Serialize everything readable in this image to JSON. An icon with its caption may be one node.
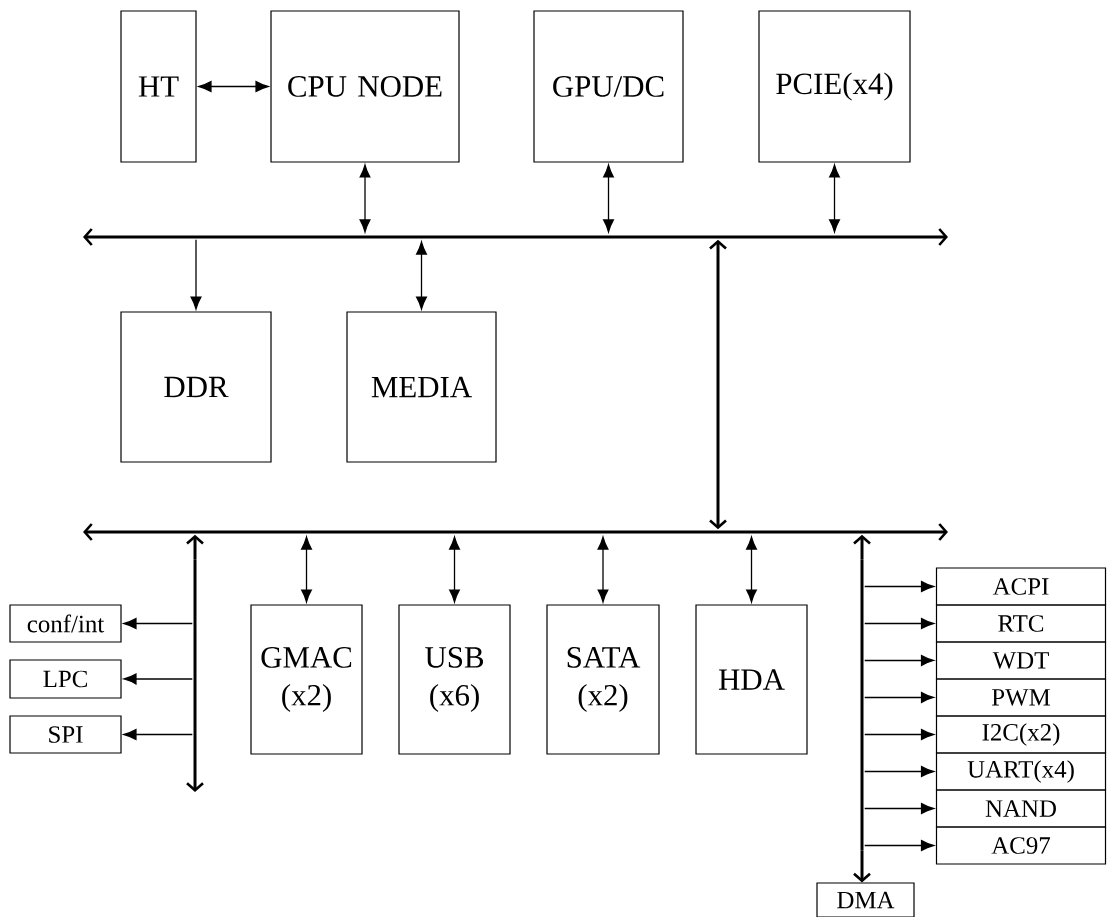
{
  "diagram": {
    "nodes": [
      {
        "text": [
          "HT"
        ]
      },
      {
        "text": [
          "CPU NODE"
        ]
      },
      {
        "text": [
          "GPU/DC"
        ]
      },
      {
        "text": [
          "PCIE(x4)"
        ]
      },
      {
        "text": [],
        "shape": "bar"
      },
      {
        "text": [
          "DDR"
        ]
      },
      {
        "text": [
          "MEDIA"
        ]
      },
      {
        "text": [],
        "shape": "bar"
      },
      {
        "text": [],
        "shape": "bar"
      },
      {
        "text": [
          "conf/int"
        ]
      },
      {
        "text": [
          "LPC"
        ]
      },
      {
        "text": [
          "SPI"
        ]
      },
      {
        "text": [
          "GMAC (x2)"
        ]
      },
      {
        "text": [
          "USB (x6)"
        ]
      },
      {
        "text": [
          "SATA (x2)"
        ]
      },
      {
        "text": [
          "HDA"
        ]
      },
      {
        "text": [],
        "shape": "bar"
      },
      {
        "text": [
          "ACPI"
        ]
      },
      {
        "text": [
          "RTC"
        ]
      },
      {
        "text": [
          "WDT"
        ]
      },
      {
        "text": [
          "PWM"
        ]
      },
      {
        "text": [
          "I2C(x2)"
        ]
      },
      {
        "text": [
          "UART(x4)"
        ]
      },
      {
        "text": [
          "NAND"
        ]
      },
      {
        "text": [
          "AC97"
        ]
      },
      {
        "text": [
          "DMA"
        ]
      }
    ],
    "edges": [
      {
        "from": 0,
        "to": 1,
        "arrow": "both"
      },
      {
        "from": 1,
        "to": 4,
        "arrow": "both"
      },
      {
        "from": 2,
        "to": 4,
        "arrow": "both"
      },
      {
        "from": 3,
        "to": 4,
        "arrow": "both"
      },
      {
        "from": 4,
        "to": 5,
        "arrow": "to"
      },
      {
        "from": 4,
        "to": 6,
        "arrow": "both"
      },
      {
        "from": 4,
        "to": 7,
        "arrow": "both",
        "style": "thick"
      },
      {
        "from": 8,
        "to": 7,
        "arrow": "to",
        "style": "thick"
      },
      {
        "from": 8,
        "to": 9,
        "arrow": "to"
      },
      {
        "from": 8,
        "to": 10,
        "arrow": "to"
      },
      {
        "from": 8,
        "to": 11,
        "arrow": "to"
      },
      {
        "from": 7,
        "to": 12,
        "arrow": "both"
      },
      {
        "from": 7,
        "to": 13,
        "arrow": "both"
      },
      {
        "from": 7,
        "to": 14,
        "arrow": "both"
      },
      {
        "from": 7,
        "to": 15,
        "arrow": "both"
      },
      {
        "from": 16,
        "to": 7,
        "arrow": "to",
        "style": "thick"
      },
      {
        "from": 16,
        "to": 17,
        "arrow": "to"
      },
      {
        "from": 16,
        "to": 18,
        "arrow": "to"
      },
      {
        "from": 16,
        "to": 19,
        "arrow": "to"
      },
      {
        "from": 16,
        "to": 20,
        "arrow": "to"
      },
      {
        "from": 16,
        "to": 21,
        "arrow": "to"
      },
      {
        "from": 16,
        "to": 22,
        "arrow": "to"
      },
      {
        "from": 16,
        "to": 23,
        "arrow": "to"
      },
      {
        "from": 16,
        "to": 24,
        "arrow": "to"
      },
      {
        "from": 16,
        "to": 25,
        "arrow": "to",
        "style": "thick"
      }
    ]
  }
}
